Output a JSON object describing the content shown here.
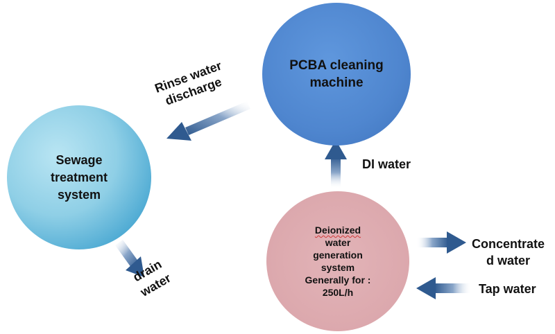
{
  "nodes": {
    "pcba": {
      "label": "PCBA cleaning\nmachine"
    },
    "sewage": {
      "label": "Sewage\ntreatment\nsystem"
    },
    "deionized": {
      "line1": "Deionized",
      "rest": "water\ngeneration\nsystem\nGenerally for :\n250L/h"
    }
  },
  "edges": {
    "rinse": {
      "label": "Rinse water\ndischarge"
    },
    "di": {
      "label": "DI water"
    },
    "drain": {
      "label": "drain\nwater"
    },
    "concentrate": {
      "label": "Concentrate\nd water"
    },
    "tap": {
      "label": "Tap water"
    }
  },
  "colors": {
    "pcba": "#4f86cf",
    "sewage": "#8fcfe6",
    "deionized": "#dca8ad",
    "arrow_dark": "#2f5a8f",
    "arrow_light": "#ffffff"
  }
}
